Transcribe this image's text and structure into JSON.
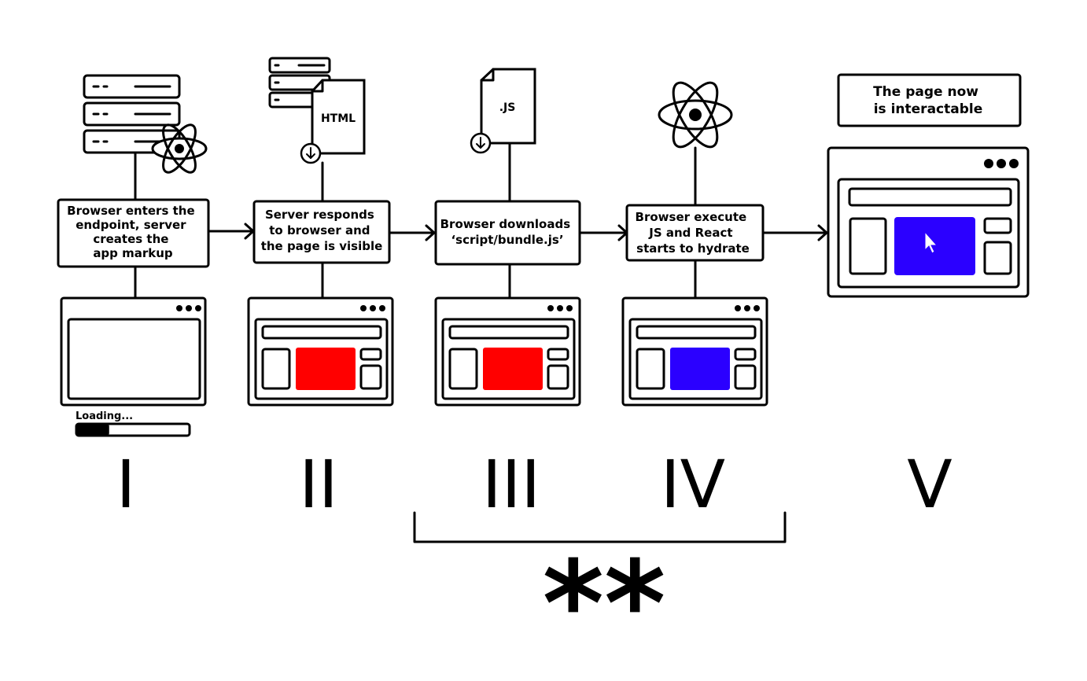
{
  "steps": [
    {
      "numeral": "I",
      "lines": [
        "Browser enters the",
        "endpoint, server",
        "creates the",
        "app markup"
      ]
    },
    {
      "numeral": "II",
      "lines": [
        "Server responds",
        "to browser and",
        "the page is visible"
      ]
    },
    {
      "numeral": "III",
      "lines": [
        "Browser downloads",
        "‘script/bundle.js’"
      ]
    },
    {
      "numeral": "IV",
      "lines": [
        "Browser execute",
        "JS and React",
        "starts to hydrate"
      ]
    },
    {
      "numeral": "V",
      "lines": [
        "The page now",
        "is interactable"
      ]
    }
  ],
  "files": {
    "html_label": "HTML",
    "js_label": ".JS"
  },
  "loading": {
    "label": "Loading...",
    "progress": 0.29
  },
  "bracket_label": "**",
  "colors": {
    "static_content": "#ff0000",
    "hydrated_content": "#2b00ff",
    "stroke": "#000000",
    "background": "#ffffff"
  },
  "icons": [
    "server-icon",
    "react-atom-icon",
    "html-file-icon",
    "js-file-icon",
    "download-icon",
    "cursor-icon",
    "window-dots-icon"
  ]
}
